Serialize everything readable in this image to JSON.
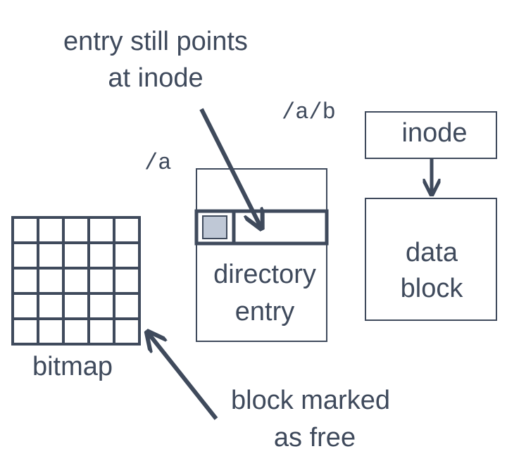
{
  "diagram": {
    "top_note": [
      "entry still points",
      "at inode"
    ],
    "path_dir": "/a",
    "path_file": "/a/b",
    "directory_label": [
      "directory",
      "entry"
    ],
    "inode_label": "inode",
    "data_block_label": [
      "data",
      "block"
    ],
    "bitmap_label": "bitmap",
    "bottom_note": [
      "block marked",
      "as free"
    ],
    "colors": {
      "ink": "#3f4a5c",
      "fill": "#bfc8d6",
      "background": "#ffffff"
    }
  }
}
